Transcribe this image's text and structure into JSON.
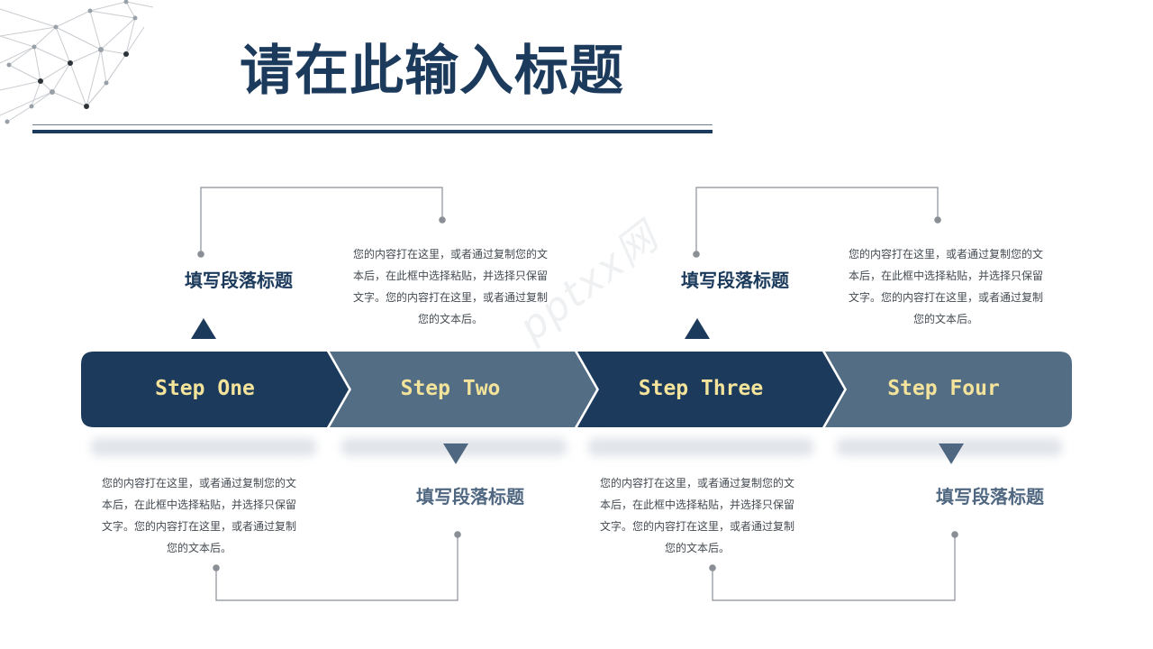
{
  "slide": {
    "title": "请在此输入标题",
    "watermark": "pptxx网",
    "colors": {
      "navy": "#1b3a5c",
      "slate": "#526d84",
      "step_text": "#f4e39a",
      "connector": "#8a8f96"
    }
  },
  "steps": [
    {
      "label": "Step One",
      "heading": "填写段落标题",
      "description": "您的内容打在这里，或者通过复制您的文本后，在此框中选择粘贴，并选择只保留文字。您的内容打在这里，或者通过复制您的文本后。"
    },
    {
      "label": "Step Two",
      "heading": "填写段落标题",
      "description": "您的内容打在这里，或者通过复制您的文本后，在此框中选择粘贴，并选择只保留文字。您的内容打在这里，或者通过复制您的文本后。"
    },
    {
      "label": "Step Three",
      "heading": "填写段落标题",
      "description": "您的内容打在这里，或者通过复制您的文本后，在此框中选择粘贴，并选择只保留文字。您的内容打在这里，或者通过复制您的文本后。"
    },
    {
      "label": "Step Four",
      "heading": "填写段落标题",
      "description": "您的内容打在这里，或者通过复制您的文本后，在此框中选择粘贴，并选择只保留文字。您的内容打在这里，或者通过复制您的文本后。"
    }
  ]
}
